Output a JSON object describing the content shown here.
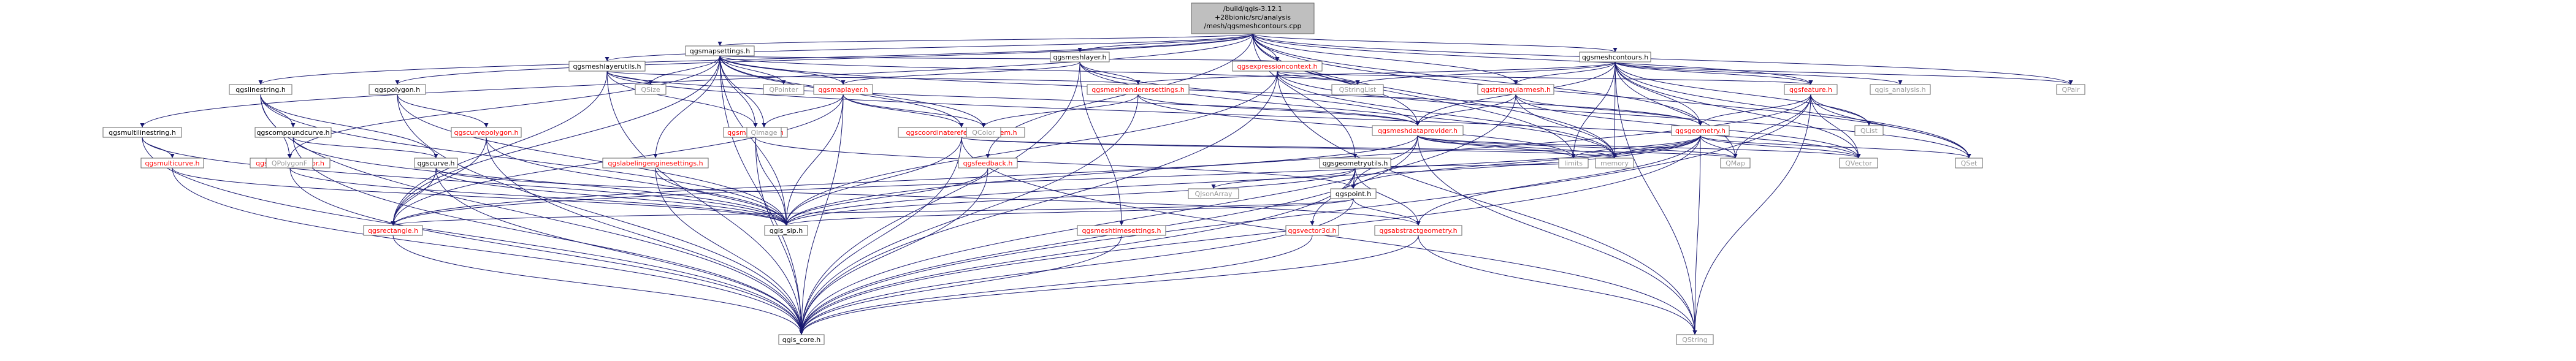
{
  "diagram": {
    "root_file": "/build/qgis-3.12.1+28bionic/src/analysis/mesh/qgsmeshcontours.cpp",
    "root_lines": [
      "/build/qgis-3.12.1",
      "+28bionic/src/analysis",
      "/mesh/qgsmeshcontours.cpp"
    ],
    "colors": {
      "root_fill": "#bfbfbf",
      "node_fill": "#ffffff",
      "node_border": "#666666",
      "documented_text": "#000000",
      "external_text": "#999999",
      "linked_text": "#ff0000",
      "edge": "#191970"
    },
    "nodes": [
      {
        "id": "root",
        "label": "/build/qgis-3.12.1 +28bionic/src/analysis /mesh/qgsmeshcontours.cpp",
        "kind": "root"
      },
      {
        "id": "qgsmapsettings",
        "label": "qgsmapsettings.h",
        "kind": "documented"
      },
      {
        "id": "qgsmeshlayer",
        "label": "qgsmeshlayer.h",
        "kind": "documented"
      },
      {
        "id": "qgsmeshcontours_h",
        "label": "qgsmeshcontours.h",
        "kind": "documented"
      },
      {
        "id": "qgsmeshlayerutils",
        "label": "qgsmeshlayerutils.h",
        "kind": "documented"
      },
      {
        "id": "qgsexpressioncontext",
        "label": "qgsexpressioncontext.h",
        "kind": "linked"
      },
      {
        "id": "qgslinestring",
        "label": "qgslinestring.h",
        "kind": "documented"
      },
      {
        "id": "qgspolygon",
        "label": "qgspolygon.h",
        "kind": "documented"
      },
      {
        "id": "qgsmultilinestring",
        "label": "qgsmultilinestring.h",
        "kind": "documented"
      },
      {
        "id": "qgsmaplayer",
        "label": "qgsmaplayer.h",
        "kind": "linked"
      },
      {
        "id": "qgsmeshrenderersettings",
        "label": "qgsmeshrenderersettings.h",
        "kind": "linked"
      },
      {
        "id": "qgstriangularmesh",
        "label": "qgstriangularmesh.h",
        "kind": "linked"
      },
      {
        "id": "qgsfeature",
        "label": "qgsfeature.h",
        "kind": "linked"
      },
      {
        "id": "qgsmeshdataprovider",
        "label": "qgsmeshdataprovider.h",
        "kind": "linked"
      },
      {
        "id": "qgsgeometry",
        "label": "qgsgeometry.h",
        "kind": "linked"
      },
      {
        "id": "qgsgeometryutils",
        "label": "qgsgeometryutils.h",
        "kind": "documented"
      },
      {
        "id": "qgscompoundcurve",
        "label": "qgscompoundcurve.h",
        "kind": "documented"
      },
      {
        "id": "qgscurvepolygon",
        "label": "qgscurvepolygon.h",
        "kind": "linked"
      },
      {
        "id": "qgsmaptopixel",
        "label": "qgsmaptopixel.h",
        "kind": "linked"
      },
      {
        "id": "qgscoordinatereferencesystem",
        "label": "qgscoordinatereferencesystem.h",
        "kind": "linked"
      },
      {
        "id": "qgsmultcurve",
        "label": "qgsmulticurve.h",
        "kind": "linked"
      },
      {
        "id": "qgsscalecalculator",
        "label": "qgsscalecalculator.h",
        "kind": "linked"
      },
      {
        "id": "qgscurve",
        "label": "qgscurve.h",
        "kind": "documented"
      },
      {
        "id": "qgslabelingenginesettings",
        "label": "qgslabelingenginesettings.h",
        "kind": "linked"
      },
      {
        "id": "qgsfeedback",
        "label": "qgsfeedback.h",
        "kind": "linked"
      },
      {
        "id": "qgspoint",
        "label": "qgspoint.h",
        "kind": "documented"
      },
      {
        "id": "qgsmeshtimesettings",
        "label": "qgsmeshtimesettings.h",
        "kind": "linked"
      },
      {
        "id": "qgsvector3d",
        "label": "qgsvector3d.h",
        "kind": "linked"
      },
      {
        "id": "qgsabstractgeometry",
        "label": "qgsabstractgeometry.h",
        "kind": "linked"
      },
      {
        "id": "qgsrectangle",
        "label": "qgsrectangle.h",
        "kind": "linked"
      },
      {
        "id": "qgis_sip",
        "label": "qgis_sip.h",
        "kind": "documented"
      },
      {
        "id": "qgis_core",
        "label": "qgis_core.h",
        "kind": "documented"
      },
      {
        "id": "QPointer",
        "label": "QPointer",
        "kind": "external"
      },
      {
        "id": "QSize",
        "label": "QSize",
        "kind": "external"
      },
      {
        "id": "QImage",
        "label": "QImage",
        "kind": "external"
      },
      {
        "id": "QColor",
        "label": "QColor",
        "kind": "external"
      },
      {
        "id": "QStringList",
        "label": "QStringList",
        "kind": "external"
      },
      {
        "id": "QPolygonF",
        "label": "QPolygonF",
        "kind": "external"
      },
      {
        "id": "QJsonArray",
        "label": "QJsonArray",
        "kind": "external"
      },
      {
        "id": "QString",
        "label": "QString",
        "kind": "external"
      },
      {
        "id": "QVector",
        "label": "QVector",
        "kind": "external"
      },
      {
        "id": "QMap",
        "label": "QMap",
        "kind": "external"
      },
      {
        "id": "QList",
        "label": "QList",
        "kind": "external"
      },
      {
        "id": "QSet",
        "label": "QSet",
        "kind": "external"
      },
      {
        "id": "QPair",
        "label": "QPair",
        "kind": "external"
      },
      {
        "id": "memory",
        "label": "memory",
        "kind": "external"
      },
      {
        "id": "limits",
        "label": "limits",
        "kind": "external"
      },
      {
        "id": "qgis_analysis",
        "label": "qgis_analysis.h",
        "kind": "external"
      }
    ],
    "edges": [
      [
        "root",
        "qgsmapsettings"
      ],
      [
        "root",
        "qgsmeshlayer"
      ],
      [
        "root",
        "qgsmeshcontours_h"
      ],
      [
        "root",
        "qgsmeshlayerutils"
      ],
      [
        "root",
        "qgsexpressioncontext"
      ],
      [
        "root",
        "qgslinestring"
      ],
      [
        "root",
        "qgspolygon"
      ],
      [
        "root",
        "qgsmultilinestring"
      ],
      [
        "root",
        "qgsfeature"
      ],
      [
        "root",
        "qgsgeometry"
      ],
      [
        "root",
        "qgsgeometryutils"
      ],
      [
        "root",
        "qgstriangularmesh"
      ],
      [
        "root",
        "qgsmeshdataprovider"
      ],
      [
        "root",
        "qgsfeedback"
      ],
      [
        "root",
        "limits"
      ],
      [
        "root",
        "QPair"
      ],
      [
        "root",
        "QSet"
      ],
      [
        "root",
        "memory"
      ],
      [
        "qgsmapsettings",
        "QPointer"
      ],
      [
        "qgsmapsettings",
        "QSize"
      ],
      [
        "qgsmapsettings",
        "QImage"
      ],
      [
        "qgsmapsettings",
        "QColor"
      ],
      [
        "qgsmapsettings",
        "QStringList"
      ],
      [
        "qgsmapsettings",
        "qgsmaplayer"
      ],
      [
        "qgsmapsettings",
        "qgsmaptopixel"
      ],
      [
        "qgsmapsettings",
        "qgscoordinatereferencesystem"
      ],
      [
        "qgsmapsettings",
        "qgsrectangle"
      ],
      [
        "qgsmapsettings",
        "qgsscalecalculator"
      ],
      [
        "qgsmapsettings",
        "qgsexpressioncontext"
      ],
      [
        "qgsmapsettings",
        "qgslabelingenginesettings"
      ],
      [
        "qgsmapsettings",
        "qgsgeometry"
      ],
      [
        "qgsmapsettings",
        "qgis_core"
      ],
      [
        "qgsmapsettings",
        "qgis_sip"
      ],
      [
        "qgsmeshlayer",
        "qgsmaplayer"
      ],
      [
        "qgsmeshlayer",
        "qgsmeshdataprovider"
      ],
      [
        "qgsmeshlayer",
        "qgsmeshrenderersettings"
      ],
      [
        "qgsmeshlayer",
        "qgsmeshtimesettings"
      ],
      [
        "qgsmeshlayer",
        "qgis_core"
      ],
      [
        "qgsmeshlayer",
        "memory"
      ],
      [
        "qgsmeshcontours_h",
        "qgis_analysis"
      ],
      [
        "qgsmeshcontours_h",
        "qgsfeature"
      ],
      [
        "qgsmeshcontours_h",
        "qgsgeometry"
      ],
      [
        "qgsmeshcontours_h",
        "qgstriangularmesh"
      ],
      [
        "qgsmeshcontours_h",
        "qgsmeshdataprovider"
      ],
      [
        "qgsmeshcontours_h",
        "qgsmeshrenderersettings"
      ],
      [
        "qgsmeshcontours_h",
        "QVector"
      ],
      [
        "qgsmeshcontours_h",
        "QMap"
      ],
      [
        "qgsmeshcontours_h",
        "QList"
      ],
      [
        "qgsmeshcontours_h",
        "QSet"
      ],
      [
        "qgsmeshcontours_h",
        "QPair"
      ],
      [
        "qgsmeshcontours_h",
        "QString"
      ],
      [
        "qgsmeshcontours_h",
        "QStringList"
      ],
      [
        "qgsmeshcontours_h",
        "memory"
      ],
      [
        "qgsmeshcontours_h",
        "limits"
      ],
      [
        "qgsmeshlayerutils",
        "qgis_core"
      ],
      [
        "qgsmeshlayerutils",
        "qgsrectangle"
      ],
      [
        "qgsmeshlayerutils",
        "qgsmaptopixel"
      ],
      [
        "qgsmeshlayerutils",
        "qgsmeshdataprovider"
      ],
      [
        "qgsmeshlayerutils",
        "qgsmeshrenderersettings"
      ],
      [
        "qgsmeshlayerutils",
        "QSize"
      ],
      [
        "qgsmeshlayerutils",
        "QVector"
      ],
      [
        "qgsexpressioncontext",
        "QStringList"
      ],
      [
        "qgsexpressioncontext",
        "QString"
      ],
      [
        "qgsexpressioncontext",
        "QSet"
      ],
      [
        "qgsexpressioncontext",
        "qgsfeature"
      ],
      [
        "qgsexpressioncontext",
        "qgis_sip"
      ],
      [
        "qgsexpressioncontext",
        "qgis_core"
      ],
      [
        "qgsexpressioncontext",
        "memory"
      ],
      [
        "qgslinestring",
        "qgscurve"
      ],
      [
        "qgslinestring",
        "QPolygonF"
      ],
      [
        "qgslinestring",
        "qgis_core"
      ],
      [
        "qgslinestring",
        "qgis_sip"
      ],
      [
        "qgslinestring",
        "qgscompoundcurve"
      ],
      [
        "qgspolygon",
        "qgscurvepolygon"
      ],
      [
        "qgspolygon",
        "qgis_core"
      ],
      [
        "qgspolygon",
        "qgis_sip"
      ],
      [
        "qgsmultilinestring",
        "qgsmultcurve"
      ],
      [
        "qgsmultilinestring",
        "qgis_core"
      ],
      [
        "qgsmultilinestring",
        "qgis_sip"
      ],
      [
        "qgsmaplayer",
        "qgscoordinatereferencesystem"
      ],
      [
        "qgsmaplayer",
        "qgsrectangle"
      ],
      [
        "qgsmaplayer",
        "QImage"
      ],
      [
        "qgsmaplayer",
        "qgis_core"
      ],
      [
        "qgsmaplayer",
        "qgis_sip"
      ],
      [
        "qgsmaplayer",
        "QColor"
      ],
      [
        "qgsmeshrenderersettings",
        "qgsmeshdataprovider"
      ],
      [
        "qgsmeshrenderersettings",
        "QColor"
      ],
      [
        "qgsmeshrenderersettings",
        "qgis_core"
      ],
      [
        "qgsmeshrenderersettings",
        "limits"
      ],
      [
        "qgstriangularmesh",
        "qgsmeshdataprovider"
      ],
      [
        "qgstriangularmesh",
        "qgsgeometry"
      ],
      [
        "qgstriangularmesh",
        "QVector"
      ],
      [
        "qgstriangularmesh",
        "qgis_core"
      ],
      [
        "qgstriangularmesh",
        "memory"
      ],
      [
        "qgsfeature",
        "qgsgeometry"
      ],
      [
        "qgsfeature",
        "QMap"
      ],
      [
        "qgsfeature",
        "QList"
      ],
      [
        "qgsfeature",
        "QVector"
      ],
      [
        "qgsfeature",
        "QSet"
      ],
      [
        "qgsfeature",
        "QString"
      ],
      [
        "qgsfeature",
        "qgis_core"
      ],
      [
        "qgsfeature",
        "qgis_sip"
      ],
      [
        "qgsmeshdataprovider",
        "qgspoint"
      ],
      [
        "qgsmeshdataprovider",
        "qgsrectangle"
      ],
      [
        "qgsmeshdataprovider",
        "QVector"
      ],
      [
        "qgsmeshdataprovider",
        "QString"
      ],
      [
        "qgsmeshdataprovider",
        "QMap"
      ],
      [
        "qgsmeshdataprovider",
        "limits"
      ],
      [
        "qgsmeshdataprovider",
        "qgis_core"
      ],
      [
        "qgsmeshdataprovider",
        "memory"
      ],
      [
        "qgsgeometry",
        "qgsabstractgeometry"
      ],
      [
        "qgsgeometry",
        "qgspoint"
      ],
      [
        "qgsgeometry",
        "qgsrectangle"
      ],
      [
        "qgsgeometry",
        "QVector"
      ],
      [
        "qgsgeometry",
        "QString"
      ],
      [
        "qgsgeometry",
        "QSet"
      ],
      [
        "qgsgeometry",
        "QMap"
      ],
      [
        "qgsgeometry",
        "limits"
      ],
      [
        "qgsgeometry",
        "memory"
      ],
      [
        "qgsgeometry",
        "qgis_core"
      ],
      [
        "qgsgeometry",
        "qgis_sip"
      ],
      [
        "qgsgeometryutils",
        "qgspoint"
      ],
      [
        "qgsgeometryutils",
        "qgsvector3d"
      ],
      [
        "qgsgeometryutils",
        "qgsabstractgeometry"
      ],
      [
        "qgsgeometryutils",
        "QJsonArray"
      ],
      [
        "qgsgeometryutils",
        "limits"
      ],
      [
        "qgsgeometryutils",
        "qgis_core"
      ],
      [
        "qgsgeometryutils",
        "qgis_sip"
      ],
      [
        "qgscompoundcurve",
        "qgscurve"
      ],
      [
        "qgscompoundcurve",
        "qgis_core"
      ],
      [
        "qgscompoundcurve",
        "qgis_sip"
      ],
      [
        "qgscurvepolygon",
        "qgsrectangle"
      ],
      [
        "qgscurvepolygon",
        "qgis_core"
      ],
      [
        "qgscurvepolygon",
        "qgis_sip"
      ],
      [
        "qgsmaptopixel",
        "qgis_core"
      ],
      [
        "qgsmaptopixel",
        "qgis_sip"
      ],
      [
        "qgsmaptopixel",
        "qgspoint"
      ],
      [
        "qgscoordinatereferencesystem",
        "qgis_core"
      ],
      [
        "qgscoordinatereferencesystem",
        "qgis_sip"
      ],
      [
        "qgscoordinatereferencesystem",
        "QString"
      ],
      [
        "qgscoordinatereferencesystem",
        "QMap"
      ],
      [
        "qgscoordinatereferencesystem",
        "memory"
      ],
      [
        "qgsmultcurve",
        "qgis_core"
      ],
      [
        "qgsmultcurve",
        "qgis_sip"
      ],
      [
        "qgsscalecalculator",
        "qgis_core"
      ],
      [
        "qgsscalecalculator",
        "qgis_sip"
      ],
      [
        "qgscurve",
        "qgsabstractgeometry"
      ],
      [
        "qgscurve",
        "qgsrectangle"
      ],
      [
        "qgscurve",
        "qgis_core"
      ],
      [
        "qgscurve",
        "qgis_sip"
      ],
      [
        "qgslabelingenginesettings",
        "qgis_core"
      ],
      [
        "qgslabelingenginesettings",
        "qgis_sip"
      ],
      [
        "qgsfeedback",
        "qgis_core"
      ],
      [
        "qgsfeedback",
        "qgis_sip"
      ],
      [
        "qgspoint",
        "qgsabstractgeometry"
      ],
      [
        "qgspoint",
        "qgsrectangle"
      ],
      [
        "qgspoint",
        "qgis_core"
      ],
      [
        "qgspoint",
        "qgis_sip"
      ],
      [
        "qgsmeshtimesettings",
        "qgis_core"
      ],
      [
        "qgsvector3d",
        "qgis_core"
      ],
      [
        "qgsabstractgeometry",
        "qgis_core"
      ],
      [
        "qgsabstractgeometry",
        "QString"
      ],
      [
        "qgsrectangle",
        "qgis_core"
      ]
    ]
  }
}
